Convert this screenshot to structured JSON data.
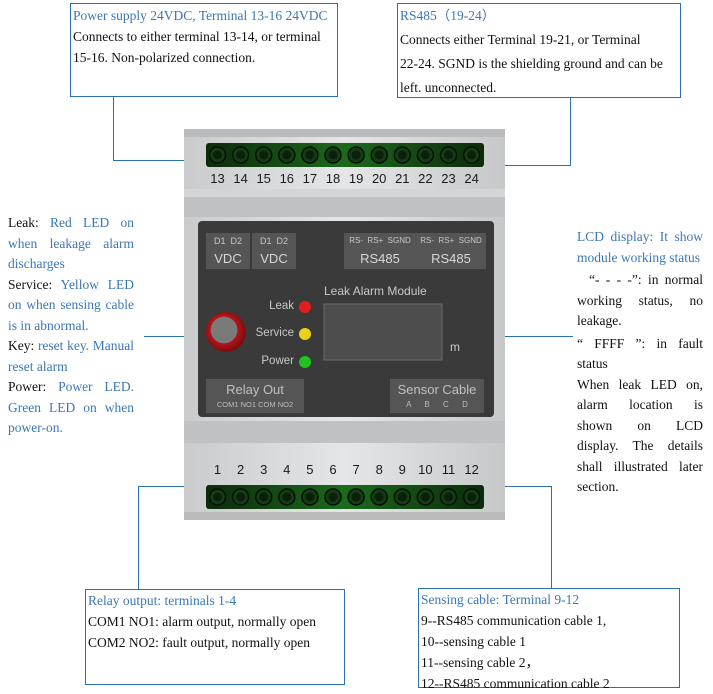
{
  "callouts": {
    "power_supply": {
      "title": "Power supply 24VDC, Terminal 13-16 24VDC",
      "lines": [
        "Connects to either terminal 13-14, or terminal",
        "15-16. Non-polarized connection."
      ]
    },
    "rs485": {
      "title": "RS485（19-24）",
      "lines": [
        "Connects either Terminal 19-21, or Terminal",
        "22-24. SGND is the shielding ground and can be",
        "left. unconnected."
      ]
    },
    "relay_output": {
      "title": "Relay output: terminals 1-4",
      "lines": [
        "COM1 NO1: alarm output, normally open",
        "COM2 NO2: fault output, normally open"
      ]
    },
    "sensing_cable": {
      "title": "Sensing cable: Terminal 9-12",
      "lines": [
        "9--RS485 communication cable 1,",
        "10--sensing cable 1",
        "11--sensing cable 2，",
        "12--RS485 communication cable 2"
      ]
    }
  },
  "left_notes": {
    "leak_key": "Leak:",
    "leak_text": "Red LED on when leakage alarm discharges",
    "service_key": "Service:",
    "service_text": "Yellow LED on when sensing cable is in abnormal.",
    "key_key": "Key:",
    "key_text": "reset key. Manual reset alarm",
    "power_key": "Power:",
    "power_text": "Power LED. Green LED on when power-on."
  },
  "right_notes": {
    "lcd_title": "LCD display: It show module working status",
    "normal_code": "“- - - -”",
    "normal_text": ": in normal working status, no leakage.",
    "fault_code": "“ FFFF ”",
    "fault_text": ": in fault status",
    "leak_text": "When leak LED on, alarm location is shown on LCD display. The details shall illustrated later section."
  },
  "device": {
    "top_terminals": [
      "13",
      "14",
      "15",
      "16",
      "17",
      "18",
      "19",
      "20",
      "21",
      "22",
      "23",
      "24"
    ],
    "bottom_terminals": [
      "1",
      "2",
      "3",
      "4",
      "5",
      "6",
      "7",
      "8",
      "9",
      "10",
      "11",
      "12"
    ],
    "vdc_sub": "D1  D2",
    "vdc_label": "VDC",
    "rs485_sub": "RS-  RS+  SGND",
    "rs485_label": "RS485",
    "module_title": "Leak Alarm Module",
    "led_leak": "Leak",
    "led_service": "Service",
    "led_power": "Power",
    "lcd_unit": "m",
    "relay_title": "Relay Out",
    "relay_sub": "COM1 NO1 COM NO2",
    "sensor_title": "Sensor Cable",
    "sensor_sub": "A      B      C      D",
    "colors": {
      "led_leak": "#e21d1d",
      "led_service": "#e8d21a",
      "led_power": "#1fc21f",
      "reset_key": "#c0171b",
      "panel": "#3a3a3a"
    }
  }
}
